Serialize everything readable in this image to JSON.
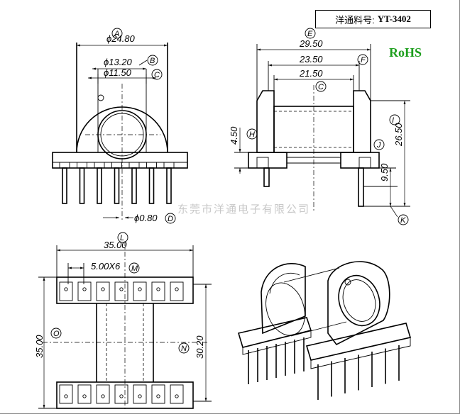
{
  "part_number": {
    "label": "洋通料号:",
    "value": "YT-3402"
  },
  "rohs": "RoHS",
  "watermark": "东莞市洋通电子有限公司",
  "dimensions": {
    "front": [
      {
        "tag": "A",
        "text": "ϕ24.80"
      },
      {
        "tag": "B",
        "text": "ϕ13.20"
      },
      {
        "tag": "C",
        "text": "ϕ11.50"
      },
      {
        "tag": "D",
        "text": "ϕ0.80"
      }
    ],
    "side": [
      {
        "tag": "E",
        "text": "29.50"
      },
      {
        "tag": "F",
        "text": "23.50"
      },
      {
        "tag": "C",
        "text": "21.50"
      },
      {
        "tag": "H",
        "text": "4.50"
      },
      {
        "tag": "I",
        "text": "26.50"
      },
      {
        "tag": "J",
        "text": "9.50"
      },
      {
        "tag": "K",
        "text": ""
      }
    ],
    "bottom": [
      {
        "tag": "L",
        "text": "35.00"
      },
      {
        "tag": "M",
        "text": "5.00X6"
      },
      {
        "tag": "O",
        "text": "35.00"
      },
      {
        "tag": "N",
        "text": "30.20"
      }
    ]
  },
  "pins_per_row": 7
}
